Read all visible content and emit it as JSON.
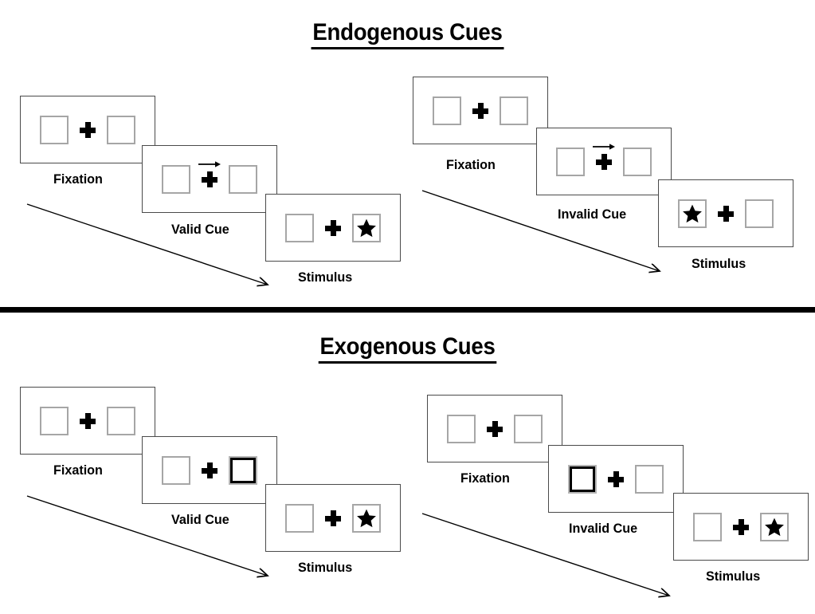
{
  "figure": {
    "title_endogenous": "Endogenous Cues",
    "title_exogenous": "Exogenous Cues"
  },
  "sections": [
    {
      "name": "endogenous",
      "title": "Endogenous Cues",
      "sequences": [
        {
          "name": "endogenous-valid",
          "cue_type": "Valid Cue",
          "steps": [
            {
              "label": "Fixation",
              "left_box": "empty",
              "right_box": "empty",
              "cue": "none",
              "icon": "fixation-cross"
            },
            {
              "label": "Valid Cue",
              "left_box": "empty",
              "right_box": "empty",
              "cue": "arrow-right",
              "icon": "arrow-right-cue-icon"
            },
            {
              "label": "Stimulus",
              "left_box": "empty",
              "right_box": "star",
              "cue": "none",
              "icon": "star-icon"
            }
          ]
        },
        {
          "name": "endogenous-invalid",
          "cue_type": "Invalid Cue",
          "steps": [
            {
              "label": "Fixation",
              "left_box": "empty",
              "right_box": "empty",
              "cue": "none",
              "icon": "fixation-cross"
            },
            {
              "label": "Invalid Cue",
              "left_box": "empty",
              "right_box": "empty",
              "cue": "arrow-right",
              "icon": "arrow-right-cue-icon"
            },
            {
              "label": "Stimulus",
              "left_box": "star",
              "right_box": "empty",
              "cue": "none",
              "icon": "star-icon"
            }
          ]
        }
      ]
    },
    {
      "name": "exogenous",
      "title": "Exogenous Cues",
      "sequences": [
        {
          "name": "exogenous-valid",
          "cue_type": "Valid Cue",
          "steps": [
            {
              "label": "Fixation",
              "left_box": "empty",
              "right_box": "empty",
              "cue": "none",
              "icon": "fixation-cross"
            },
            {
              "label": "Valid Cue",
              "left_box": "empty",
              "right_box": "highlight",
              "cue": "box-highlight",
              "icon": "highlighted-box-icon"
            },
            {
              "label": "Stimulus",
              "left_box": "empty",
              "right_box": "star",
              "cue": "none",
              "icon": "star-icon"
            }
          ]
        },
        {
          "name": "exogenous-invalid",
          "cue_type": "Invalid Cue",
          "steps": [
            {
              "label": "Fixation",
              "left_box": "empty",
              "right_box": "empty",
              "cue": "none",
              "icon": "fixation-cross"
            },
            {
              "label": "Invalid Cue",
              "left_box": "highlight",
              "right_box": "empty",
              "cue": "box-highlight",
              "icon": "highlighted-box-icon"
            },
            {
              "label": "Stimulus",
              "left_box": "empty",
              "right_box": "star",
              "cue": "none",
              "icon": "star-icon"
            }
          ]
        }
      ]
    }
  ],
  "colors": {
    "frame_border": "#4a4a4a",
    "box_border": "#a6a6a6",
    "highlight_border": "#000000",
    "ink": "#000000",
    "background": "#ffffff"
  }
}
